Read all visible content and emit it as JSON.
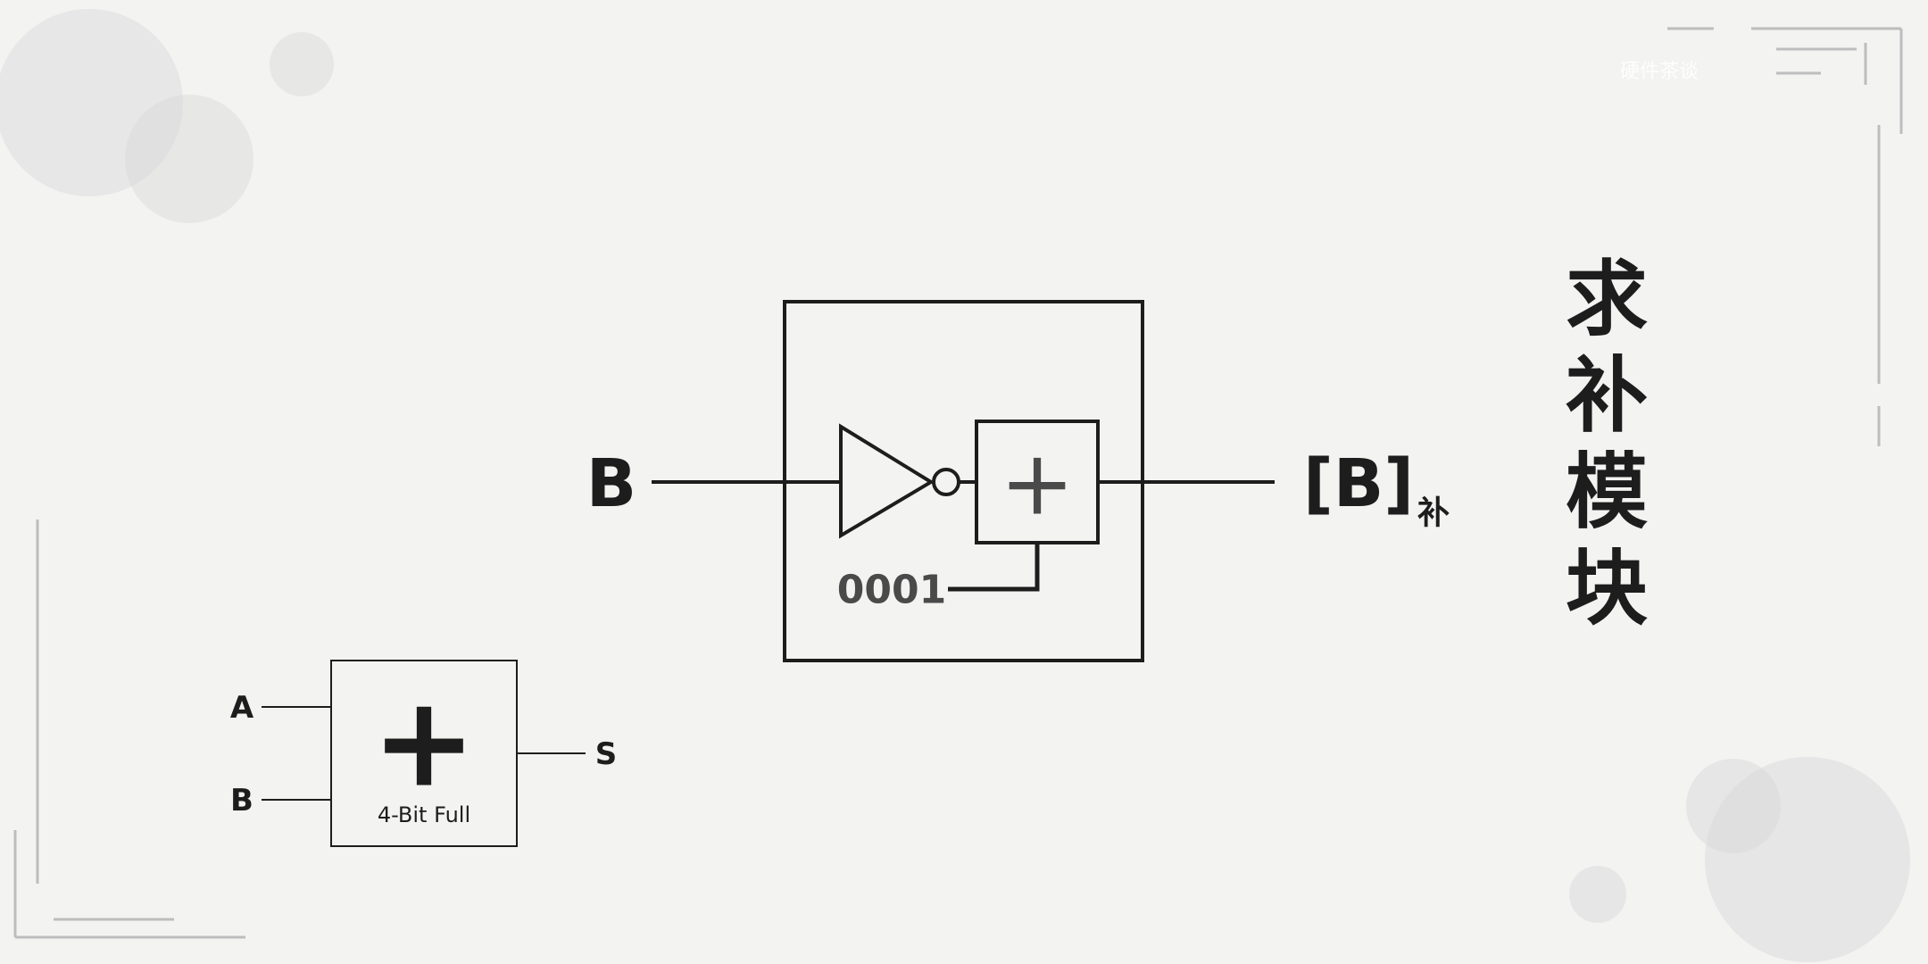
{
  "main_diagram": {
    "input_label": "B",
    "output_label": "[B]",
    "output_subscript": "补",
    "constant_label": "0001",
    "adder_symbol": "+"
  },
  "legend_diagram": {
    "input_a_label": "A",
    "input_b_label": "B",
    "output_label": "S",
    "adder_symbol": "+",
    "caption": "4-Bit Full"
  },
  "title": {
    "chars": [
      "求",
      "补",
      "模",
      "块"
    ]
  },
  "watermark": {
    "text": "硬件茶谈"
  },
  "colors": {
    "background": "#f3f3f2",
    "ink": "#1d1d1d",
    "accent_gray": "#4a4a4a",
    "circle_gray": "#d7d7d7"
  }
}
